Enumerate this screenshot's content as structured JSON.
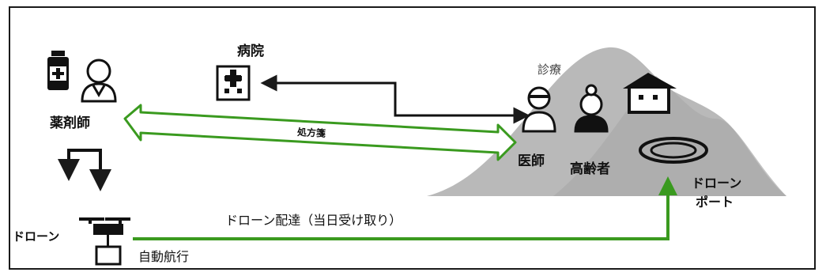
{
  "labels": {
    "pharmacist": "薬剤師",
    "hospital": "病院",
    "consultation": "診療",
    "doctor": "医師",
    "elderly": "高齢者",
    "prescription": "処方箋",
    "drone_left": "ドローン",
    "drone_port": [
      "ドローン",
      "ポート"
    ],
    "delivery": "ドローン配達（当日受け取り）",
    "autonomous": "自動航行"
  },
  "icons": [
    "medicine-bottle-icon",
    "pharmacist-person-icon",
    "hospital-icon",
    "doctor-icon",
    "elderly-person-icon",
    "house-icon",
    "drone-icon",
    "drone-port-icon"
  ],
  "colors": {
    "arrow_green": "#3a9a1f",
    "mountain": "#b9b9b9",
    "outline": "#1a1a1a"
  }
}
